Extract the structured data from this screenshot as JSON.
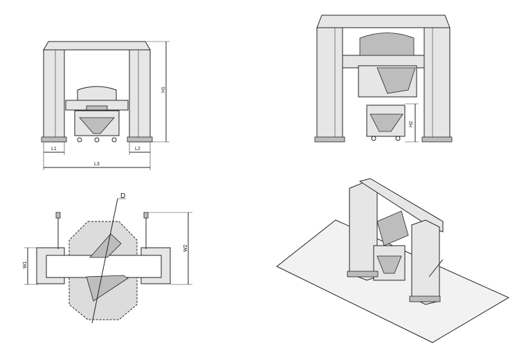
{
  "front_view": {
    "labels": {
      "h1": "H1",
      "l1": "L1",
      "l2": "L2",
      "l3": "L3"
    }
  },
  "side_view": {
    "labels": {
      "h2": "H2"
    }
  },
  "top_view": {
    "labels": {
      "d": "D",
      "w1": "W1",
      "w2": "W2"
    }
  },
  "iso_view": {}
}
